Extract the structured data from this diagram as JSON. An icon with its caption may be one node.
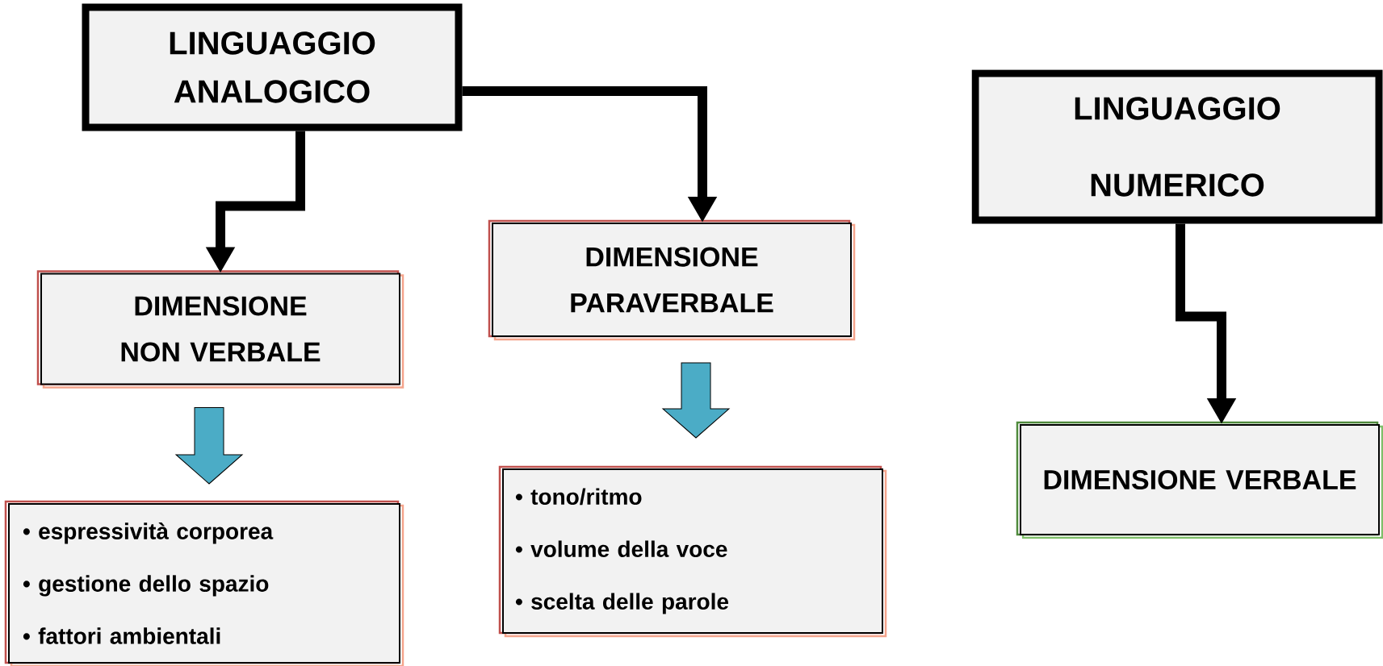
{
  "diagram": {
    "nodes": [
      {
        "text": [
          "LINGUAGGIO ANALOGICO"
        ]
      },
      {
        "text": [
          "LINGUAGGIO NUMERICO"
        ]
      },
      {
        "text": [
          "DIMENSIONE NON VERBALE"
        ]
      },
      {
        "text": [
          "DIMENSIONE PARAVERBALE"
        ]
      },
      {
        "text": [
          "DIMENSIONE VERBALE"
        ]
      },
      {
        "text": [
          "• espressività corporea",
          "• gestione dello spazio",
          "• fattori ambientali"
        ]
      },
      {
        "text": [
          "• tono/ritmo",
          "• volume della voce",
          "• scelta delle parole"
        ]
      }
    ],
    "edges": [
      {
        "from": 0,
        "to": 2,
        "arrow": "to"
      },
      {
        "from": 0,
        "to": 3,
        "arrow": "to"
      },
      {
        "from": 1,
        "to": 4,
        "arrow": "to"
      },
      {
        "from": 2,
        "to": 5,
        "arrow": "to",
        "style": "thick",
        "color": "#4bacc6"
      },
      {
        "from": 3,
        "to": 6,
        "arrow": "to",
        "style": "thick",
        "color": "#4bacc6"
      }
    ]
  }
}
